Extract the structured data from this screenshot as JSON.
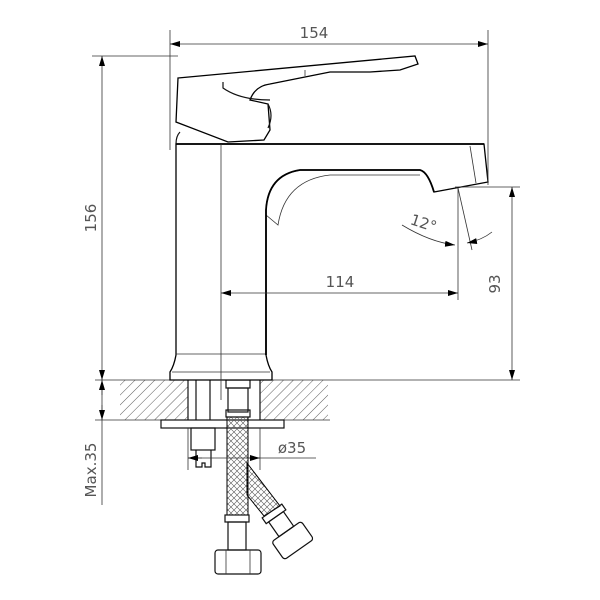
{
  "drawing": {
    "subject": "Single-lever basin mixer faucet dimensional drawing",
    "colors": {
      "line": "#000000",
      "dimension_line": "#333333",
      "dimension_text": "#555555",
      "background": "#ffffff"
    },
    "dimensions": {
      "overall_width": "154",
      "overall_height": "156",
      "spout_reach": "114",
      "spout_height": "93",
      "spout_angle": "12°",
      "hole_diameter": "ø35",
      "max_countertop": "Max.35"
    }
  }
}
